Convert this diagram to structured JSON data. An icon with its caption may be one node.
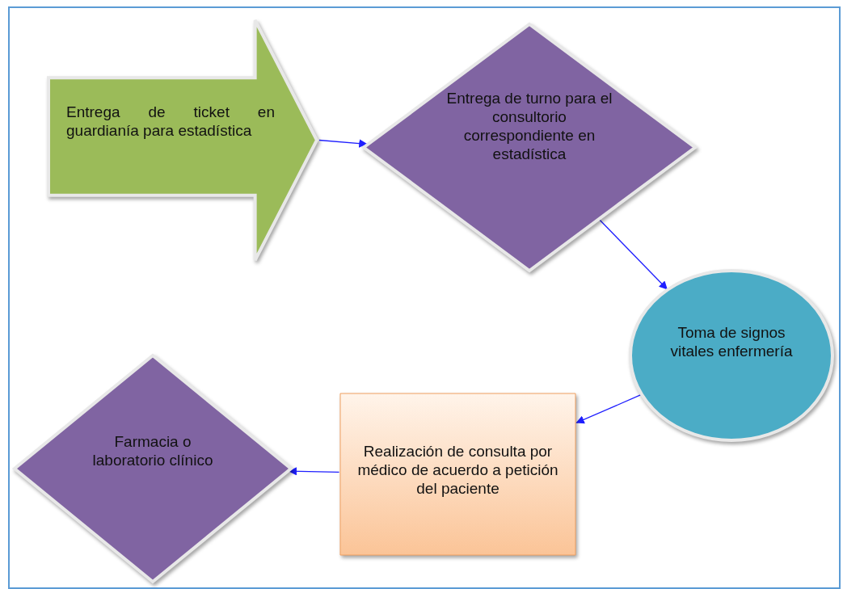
{
  "diagram": {
    "nodes": [
      {
        "text": [
          "Entrega de ticket en guardianía para estadística"
        ]
      },
      {
        "text": [
          "Entrega de turno para el consultorio correspondiente en estadística"
        ]
      },
      {
        "text": [
          "Toma de signos vitales enfermería"
        ]
      },
      {
        "text": [
          "Realización de consulta por médico de acuerdo a petición del paciente"
        ]
      },
      {
        "text": [
          "Farmacia o laboratorio clínico"
        ]
      }
    ],
    "edges": [
      {
        "from": 0,
        "to": 1,
        "arrow": "to"
      },
      {
        "from": 1,
        "to": 2,
        "arrow": "to"
      },
      {
        "from": 2,
        "to": 3,
        "arrow": "to"
      },
      {
        "from": 3,
        "to": 4,
        "arrow": "to"
      }
    ]
  }
}
